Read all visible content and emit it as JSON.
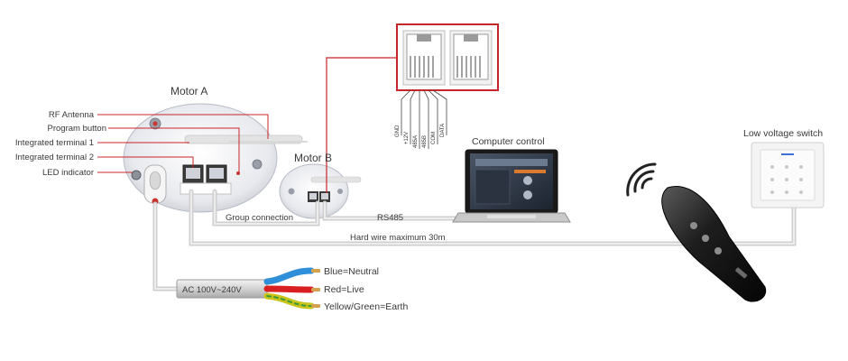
{
  "labels": {
    "motor_a": "Motor A",
    "motor_b": "Motor B",
    "rf_antenna": "RF Antenna",
    "program_button": "Program button",
    "integrated_terminal_1": "Integrated terminal 1",
    "integrated_terminal_2": "Integrated terminal 2",
    "led_indicator": "LED indicator",
    "group_connection": "Group connection",
    "rs485": "RS485",
    "hard_wire": "Hard wire maximum 30m",
    "computer_control": "Computer control",
    "low_voltage_switch": "Low voltage switch",
    "ac_range": "AC 100V~240V"
  },
  "wires": [
    {
      "label": "Blue=Neutral",
      "color": "#2f8fd8"
    },
    {
      "label": "Red=Live",
      "color": "#d92020"
    },
    {
      "label": "Yellow/Green=Earth",
      "color": "#c9c31a"
    }
  ],
  "rj_pins": [
    "GND",
    "+12V",
    "485A",
    "485B",
    "COM",
    "DATA"
  ],
  "colors": {
    "callout_red": "#c8252a",
    "cable_gray": "#cfcfcf",
    "text": "#3a3a3a"
  }
}
